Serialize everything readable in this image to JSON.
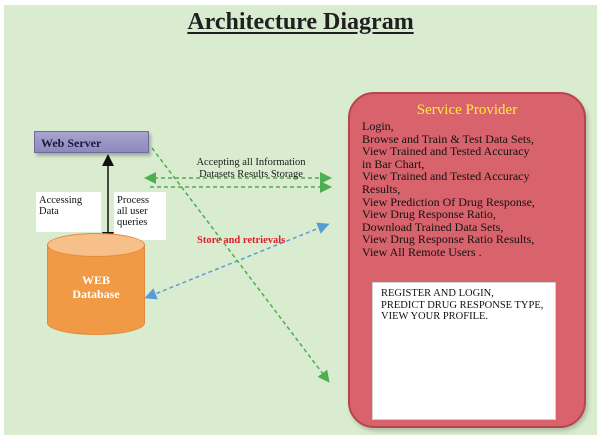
{
  "title": "Architecture Diagram",
  "web_server": {
    "label": "Web Server"
  },
  "accessing": {
    "label": "Accessing\nData"
  },
  "process": {
    "label": "Process\nall user\nqueries"
  },
  "database": {
    "line1": "WEB",
    "line2": "Database"
  },
  "accepting": {
    "line1": "Accepting all  Information",
    "line2": "Datasets Results Storage"
  },
  "store": {
    "label": "Store and retrievals"
  },
  "service_provider": {
    "title": "Service Provider",
    "items": [
      "Login,",
      "Browse and Train & Test Data Sets,",
      "View Trained and Tested Accuracy",
      "in Bar Chart,",
      "View Trained and Tested Accuracy",
      "Results,",
      "View Prediction Of Drug Response,",
      "View Drug Response Ratio,",
      "Download Trained Data Sets,",
      "View Drug Response Ratio Results,",
      "View All Remote Users ."
    ]
  },
  "remote_user": {
    "lines": [
      "REGISTER AND LOGIN,",
      "PREDICT DRUG RESPONSE TYPE,",
      "VIEW YOUR PROFILE."
    ]
  },
  "colors": {
    "background": "#d9ecd0",
    "web_server": "#9f99c9",
    "database": "#f09a45",
    "service_provider": "#d8636c",
    "service_title": "#ffeb3b",
    "store_text": "#d81f2a",
    "arrow_green": "#4caf50",
    "arrow_blue": "#5b9bd5",
    "arrow_orange": "#e8a060"
  }
}
